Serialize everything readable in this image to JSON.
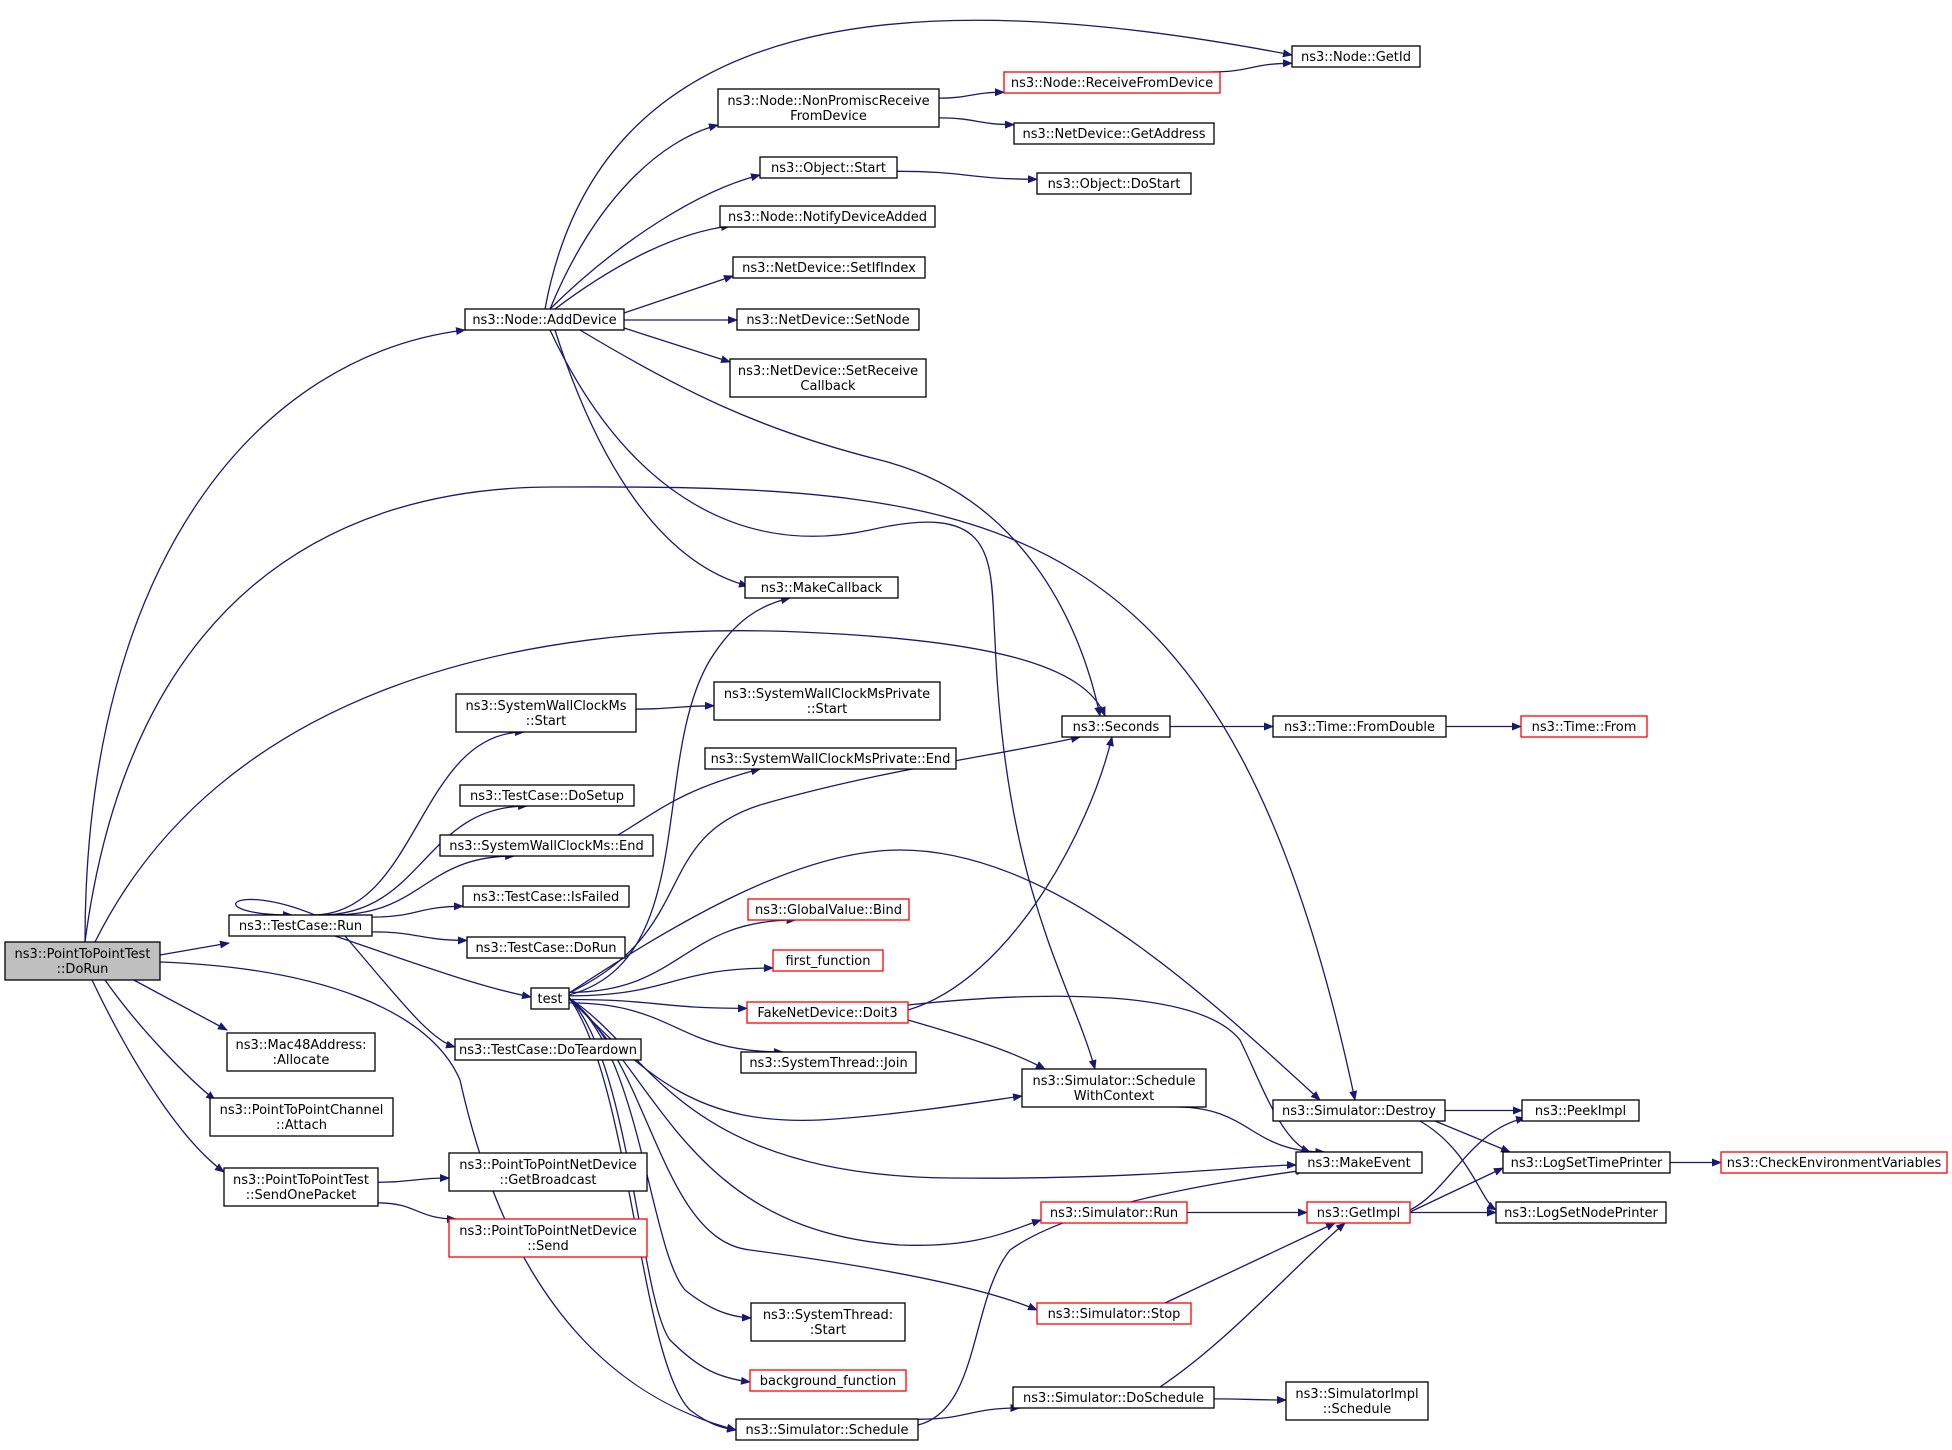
{
  "colors": {
    "edge": "#191970",
    "border": "#000000",
    "border_external": "#ff0000",
    "fill": "#ffffff",
    "fill_root": "#bfbfbf",
    "text": "#000000"
  },
  "nodes": [
    {
      "id": "dorun",
      "lines": [
        "ns3::PointToPointTest",
        "::DoRun"
      ],
      "style": "root"
    },
    {
      "id": "adddevice",
      "lines": [
        "ns3::Node::AddDevice"
      ],
      "style": "normal"
    },
    {
      "id": "nonpromisc",
      "lines": [
        "ns3::Node::NonPromiscReceive",
        "FromDevice"
      ],
      "style": "normal"
    },
    {
      "id": "receivefromdevice",
      "lines": [
        "ns3::Node::ReceiveFromDevice"
      ],
      "style": "external"
    },
    {
      "id": "getid",
      "lines": [
        "ns3::Node::GetId"
      ],
      "style": "normal"
    },
    {
      "id": "getaddress",
      "lines": [
        "ns3::NetDevice::GetAddress"
      ],
      "style": "normal"
    },
    {
      "id": "objstart",
      "lines": [
        "ns3::Object::Start"
      ],
      "style": "normal"
    },
    {
      "id": "dostart",
      "lines": [
        "ns3::Object::DoStart"
      ],
      "style": "normal"
    },
    {
      "id": "notifydeviceadded",
      "lines": [
        "ns3::Node::NotifyDeviceAdded"
      ],
      "style": "normal"
    },
    {
      "id": "setifindex",
      "lines": [
        "ns3::NetDevice::SetIfIndex"
      ],
      "style": "normal"
    },
    {
      "id": "setnode",
      "lines": [
        "ns3::NetDevice::SetNode"
      ],
      "style": "normal"
    },
    {
      "id": "setreceivecallback",
      "lines": [
        "ns3::NetDevice::SetReceive",
        "Callback"
      ],
      "style": "normal"
    },
    {
      "id": "makecallback",
      "lines": [
        "ns3::MakeCallback"
      ],
      "style": "normal"
    },
    {
      "id": "swcstart",
      "lines": [
        "ns3::SystemWallClockMs",
        "::Start"
      ],
      "style": "normal"
    },
    {
      "id": "swcpstart",
      "lines": [
        "ns3::SystemWallClockMsPrivate",
        "::Start"
      ],
      "style": "normal"
    },
    {
      "id": "swcpend",
      "lines": [
        "ns3::SystemWallClockMsPrivate::End"
      ],
      "style": "normal"
    },
    {
      "id": "seconds",
      "lines": [
        "ns3::Seconds"
      ],
      "style": "normal"
    },
    {
      "id": "fromdouble",
      "lines": [
        "ns3::Time::FromDouble"
      ],
      "style": "normal"
    },
    {
      "id": "timefrom",
      "lines": [
        "ns3::Time::From"
      ],
      "style": "external"
    },
    {
      "id": "dosetup",
      "lines": [
        "ns3::TestCase::DoSetup"
      ],
      "style": "normal"
    },
    {
      "id": "swcend",
      "lines": [
        "ns3::SystemWallClockMs::End"
      ],
      "style": "normal"
    },
    {
      "id": "isfailed",
      "lines": [
        "ns3::TestCase::IsFailed"
      ],
      "style": "normal"
    },
    {
      "id": "tcrun",
      "lines": [
        "ns3::TestCase::Run"
      ],
      "style": "normal"
    },
    {
      "id": "tcdorun",
      "lines": [
        "ns3::TestCase::DoRun"
      ],
      "style": "normal"
    },
    {
      "id": "gvbind",
      "lines": [
        "ns3::GlobalValue::Bind"
      ],
      "style": "external"
    },
    {
      "id": "firstfunction",
      "lines": [
        "first_function"
      ],
      "style": "external"
    },
    {
      "id": "test",
      "lines": [
        "test"
      ],
      "style": "normal"
    },
    {
      "id": "doit3",
      "lines": [
        "FakeNetDevice::Doit3"
      ],
      "style": "external"
    },
    {
      "id": "mac48",
      "lines": [
        "ns3::Mac48Address:",
        ":Allocate"
      ],
      "style": "normal"
    },
    {
      "id": "doteardown",
      "lines": [
        "ns3::TestCase::DoTeardown"
      ],
      "style": "normal"
    },
    {
      "id": "stjoin",
      "lines": [
        "ns3::SystemThread::Join"
      ],
      "style": "normal"
    },
    {
      "id": "schedwithctx",
      "lines": [
        "ns3::Simulator::Schedule",
        "WithContext"
      ],
      "style": "normal"
    },
    {
      "id": "simdestroy",
      "lines": [
        "ns3::Simulator::Destroy"
      ],
      "style": "normal"
    },
    {
      "id": "peekimpl",
      "lines": [
        "ns3::PeekImpl"
      ],
      "style": "normal"
    },
    {
      "id": "p2pchannel",
      "lines": [
        "ns3::PointToPointChannel",
        "::Attach"
      ],
      "style": "normal"
    },
    {
      "id": "makeevent",
      "lines": [
        "ns3::MakeEvent"
      ],
      "style": "normal"
    },
    {
      "id": "logsettimeprinter",
      "lines": [
        "ns3::LogSetTimePrinter"
      ],
      "style": "normal"
    },
    {
      "id": "checkenv",
      "lines": [
        "ns3::CheckEnvironmentVariables"
      ],
      "style": "external"
    },
    {
      "id": "sendonepacket",
      "lines": [
        "ns3::PointToPointTest",
        "::SendOnePacket"
      ],
      "style": "normal"
    },
    {
      "id": "getbroadcast",
      "lines": [
        "ns3::PointToPointNetDevice",
        "::GetBroadcast"
      ],
      "style": "normal"
    },
    {
      "id": "simrun",
      "lines": [
        "ns3::Simulator::Run"
      ],
      "style": "external"
    },
    {
      "id": "getimpl",
      "lines": [
        "ns3::GetImpl"
      ],
      "style": "external"
    },
    {
      "id": "logsetnodeprinter",
      "lines": [
        "ns3::LogSetNodePrinter"
      ],
      "style": "normal"
    },
    {
      "id": "p2psend",
      "lines": [
        "ns3::PointToPointNetDevice",
        "::Send"
      ],
      "style": "external"
    },
    {
      "id": "simstop",
      "lines": [
        "ns3::Simulator::Stop"
      ],
      "style": "external"
    },
    {
      "id": "ststart",
      "lines": [
        "ns3::SystemThread:",
        ":Start"
      ],
      "style": "normal"
    },
    {
      "id": "bgfunction",
      "lines": [
        "background_function"
      ],
      "style": "external"
    },
    {
      "id": "simdoschedule",
      "lines": [
        "ns3::Simulator::DoSchedule"
      ],
      "style": "normal"
    },
    {
      "id": "simimplschedule",
      "lines": [
        "ns3::SimulatorImpl",
        "::Schedule"
      ],
      "style": "normal"
    },
    {
      "id": "simschedule",
      "lines": [
        "ns3::Simulator::Schedule"
      ],
      "style": "normal"
    }
  ],
  "edges": [
    [
      "dorun",
      "adddevice"
    ],
    [
      "dorun",
      "tcrun"
    ],
    [
      "dorun",
      "mac48"
    ],
    [
      "dorun",
      "p2pchannel"
    ],
    [
      "dorun",
      "sendonepacket"
    ],
    [
      "dorun",
      "seconds"
    ],
    [
      "dorun",
      "simdestroy"
    ],
    [
      "dorun",
      "simschedule"
    ],
    [
      "adddevice",
      "nonpromisc"
    ],
    [
      "adddevice",
      "getid"
    ],
    [
      "adddevice",
      "objstart"
    ],
    [
      "adddevice",
      "notifydeviceadded"
    ],
    [
      "adddevice",
      "setifindex"
    ],
    [
      "adddevice",
      "setnode"
    ],
    [
      "adddevice",
      "setreceivecallback"
    ],
    [
      "adddevice",
      "makecallback"
    ],
    [
      "adddevice",
      "seconds"
    ],
    [
      "adddevice",
      "schedwithctx"
    ],
    [
      "nonpromisc",
      "receivefromdevice"
    ],
    [
      "nonpromisc",
      "getaddress"
    ],
    [
      "receivefromdevice",
      "getid"
    ],
    [
      "objstart",
      "dostart"
    ],
    [
      "tcrun",
      "tcrun"
    ],
    [
      "tcrun",
      "swcstart"
    ],
    [
      "tcrun",
      "dosetup"
    ],
    [
      "tcrun",
      "swcend"
    ],
    [
      "tcrun",
      "isfailed"
    ],
    [
      "tcrun",
      "tcdorun"
    ],
    [
      "tcrun",
      "test"
    ],
    [
      "tcrun",
      "doteardown"
    ],
    [
      "swcstart",
      "swcpstart"
    ],
    [
      "swcend",
      "swcpend"
    ],
    [
      "test",
      "makecallback"
    ],
    [
      "test",
      "seconds"
    ],
    [
      "test",
      "gvbind"
    ],
    [
      "test",
      "firstfunction"
    ],
    [
      "test",
      "doit3"
    ],
    [
      "test",
      "stjoin"
    ],
    [
      "test",
      "schedwithctx"
    ],
    [
      "test",
      "simdestroy"
    ],
    [
      "test",
      "makeevent"
    ],
    [
      "test",
      "simrun"
    ],
    [
      "test",
      "simstop"
    ],
    [
      "test",
      "ststart"
    ],
    [
      "test",
      "bgfunction"
    ],
    [
      "test",
      "simschedule"
    ],
    [
      "doit3",
      "seconds"
    ],
    [
      "doit3",
      "schedwithctx"
    ],
    [
      "doit3",
      "makeevent"
    ],
    [
      "seconds",
      "fromdouble"
    ],
    [
      "fromdouble",
      "timefrom"
    ],
    [
      "schedwithctx",
      "makeevent"
    ],
    [
      "simdestroy",
      "peekimpl"
    ],
    [
      "simdestroy",
      "logsettimeprinter"
    ],
    [
      "simdestroy",
      "logsetnodeprinter"
    ],
    [
      "logsettimeprinter",
      "checkenv"
    ],
    [
      "getimpl",
      "peekimpl"
    ],
    [
      "getimpl",
      "logsettimeprinter"
    ],
    [
      "getimpl",
      "logsetnodeprinter"
    ],
    [
      "simrun",
      "getimpl"
    ],
    [
      "simstop",
      "getimpl"
    ],
    [
      "simdoschedule",
      "getimpl"
    ],
    [
      "simdoschedule",
      "simimplschedule"
    ],
    [
      "simschedule",
      "simdoschedule"
    ],
    [
      "simschedule",
      "makeevent"
    ],
    [
      "sendonepacket",
      "getbroadcast"
    ],
    [
      "sendonepacket",
      "p2psend"
    ]
  ]
}
